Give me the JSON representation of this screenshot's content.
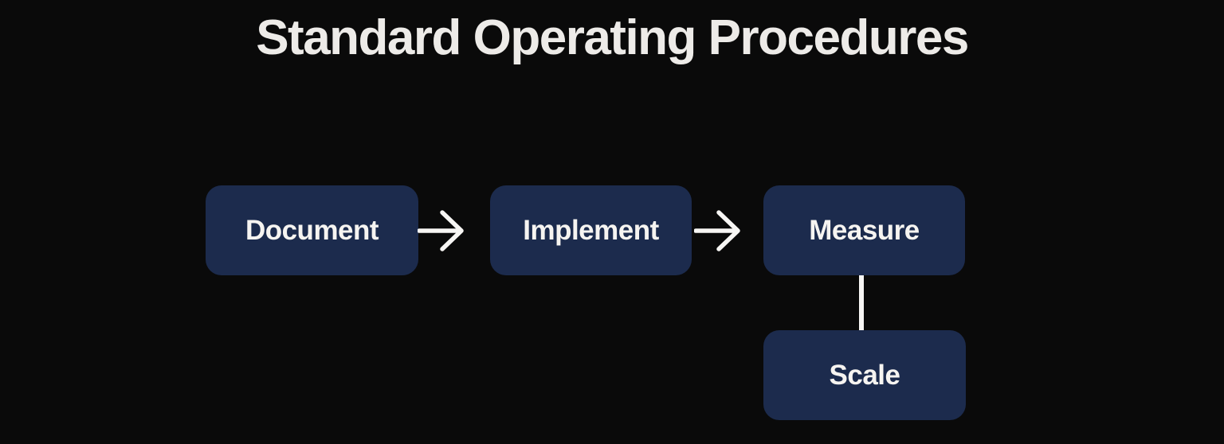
{
  "title": "Standard Operating Procedures",
  "flowchart": {
    "nodes": [
      {
        "id": "document",
        "label": "Document"
      },
      {
        "id": "implement",
        "label": "Implement"
      },
      {
        "id": "measure",
        "label": "Measure"
      },
      {
        "id": "scale",
        "label": "Scale"
      }
    ],
    "connectors": [
      {
        "from": "document",
        "to": "implement",
        "style": "arrow-right"
      },
      {
        "from": "implement",
        "to": "measure",
        "style": "arrow-right"
      },
      {
        "from": "measure",
        "to": "scale",
        "style": "line-down"
      }
    ]
  },
  "colors": {
    "background": "#0a0a0a",
    "node_fill": "#1c2b4d",
    "node_text": "#f6f4f1",
    "title_text": "#edebe8",
    "connector": "#f7f6f4"
  }
}
